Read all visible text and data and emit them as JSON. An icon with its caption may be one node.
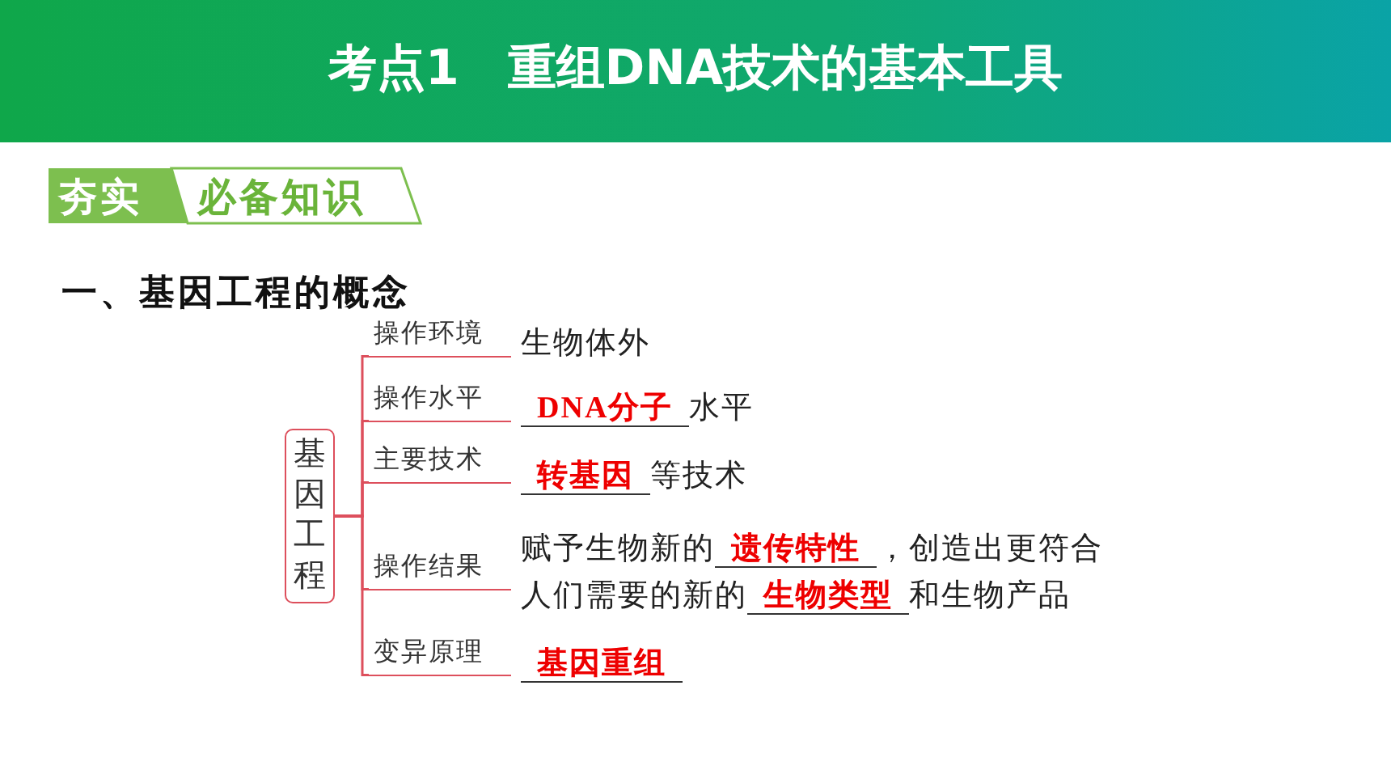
{
  "diagram": {
    "title": "考点1　重组DNA技术的基本工具",
    "nodes": [
      {
        "text": [
          "基因工程"
        ]
      },
      {
        "text": [
          "操作环境"
        ],
        "beside": [
          "生物体外"
        ]
      },
      {
        "text": [
          "操作水平"
        ],
        "beside": [
          "DNA分子",
          "水平"
        ]
      },
      {
        "text": [
          "主要技术"
        ],
        "beside": [
          "转基因",
          "等技术"
        ]
      },
      {
        "text": [
          "操作结果"
        ],
        "beside": [
          "赋予生物新的",
          "遗传特性",
          "，创造出更符合人们需要的新的",
          "生物类型",
          "和生物产品"
        ]
      },
      {
        "text": [
          "变异原理"
        ],
        "beside": [
          "基因重组"
        ]
      }
    ],
    "edges": [
      {
        "from": 0,
        "to": 1,
        "arrow": "none"
      },
      {
        "from": 0,
        "to": 2,
        "arrow": "none"
      },
      {
        "from": 0,
        "to": 3,
        "arrow": "none"
      },
      {
        "from": 0,
        "to": 4,
        "arrow": "none"
      },
      {
        "from": 0,
        "to": 5,
        "arrow": "none"
      }
    ],
    "labels": [
      "夯实",
      "必备知识",
      "一、基因工程的概念"
    ]
  }
}
